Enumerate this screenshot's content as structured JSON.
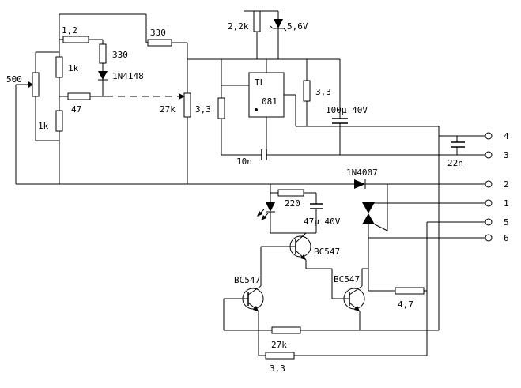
{
  "diagram": {
    "type": "circuit-schematic",
    "background": "#ffffff",
    "line_color": "#000000",
    "components": {
      "r_1_2": "1,2",
      "r_330_a": "330",
      "r_330_b": "330",
      "pot_500": "500",
      "r_1k_top": "1k",
      "d_1n4148": "1N4148",
      "r_47": "47",
      "r_1k_bottom": "1k",
      "r_27k_mid": "27k",
      "r_3_3_mid": "3,3",
      "r_2_2k": "2,2k",
      "zener": "5,6V",
      "opamp_line1": "TL",
      "opamp_line2": "081",
      "r_3_3_right": "3,3",
      "c_100u": "100µ 40V",
      "c_10n": "10n",
      "d_1n4007": "1N4007",
      "c_22n": "22n",
      "r_220": "220",
      "c_47u": "47µ 40V",
      "q1": "BC547",
      "q2": "BC547",
      "q3": "BC547",
      "r_4_7": "4,7",
      "r_27k_bottom": "27k",
      "r_3_3_bottom": "3,3"
    },
    "terminals": {
      "t4": "4",
      "t3": "3",
      "t2": "2",
      "t1": "1",
      "t5": "5",
      "t6": "6"
    }
  }
}
